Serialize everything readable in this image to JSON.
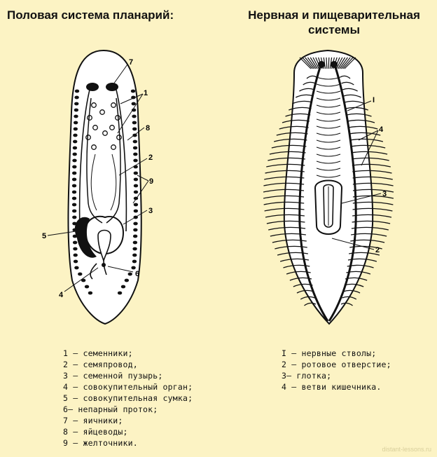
{
  "titles": {
    "left": "Половая система планарий:",
    "right_line1": "Нервная и  пищеварительная",
    "right_line2": "системы"
  },
  "left_figure": {
    "labels": [
      "7",
      "1",
      "8",
      "2",
      "9",
      "3",
      "5",
      "6",
      "4"
    ]
  },
  "right_figure": {
    "labels": [
      "I",
      "4",
      "3",
      "2"
    ]
  },
  "legend_left": [
    "1 — семенники;",
    "2 — семяпровод,",
    "3 — семенной пузырь;",
    "4 — совокупительный орган;",
    "5 — совокупительная сумка;",
    "6— непарный проток;",
    "7 — яичники;",
    "8 — яйцеводы;",
    "9 — желточники."
  ],
  "legend_right": [
    "I — нервные стволы;",
    "2 — ротовое отверстие;",
    "3— глотка;",
    "4 — ветви кишечника."
  ],
  "watermark": "distant-lessons.ru",
  "colors": {
    "background": "#fcf3c4",
    "ink": "#111111",
    "body_fill": "#ffffff"
  }
}
